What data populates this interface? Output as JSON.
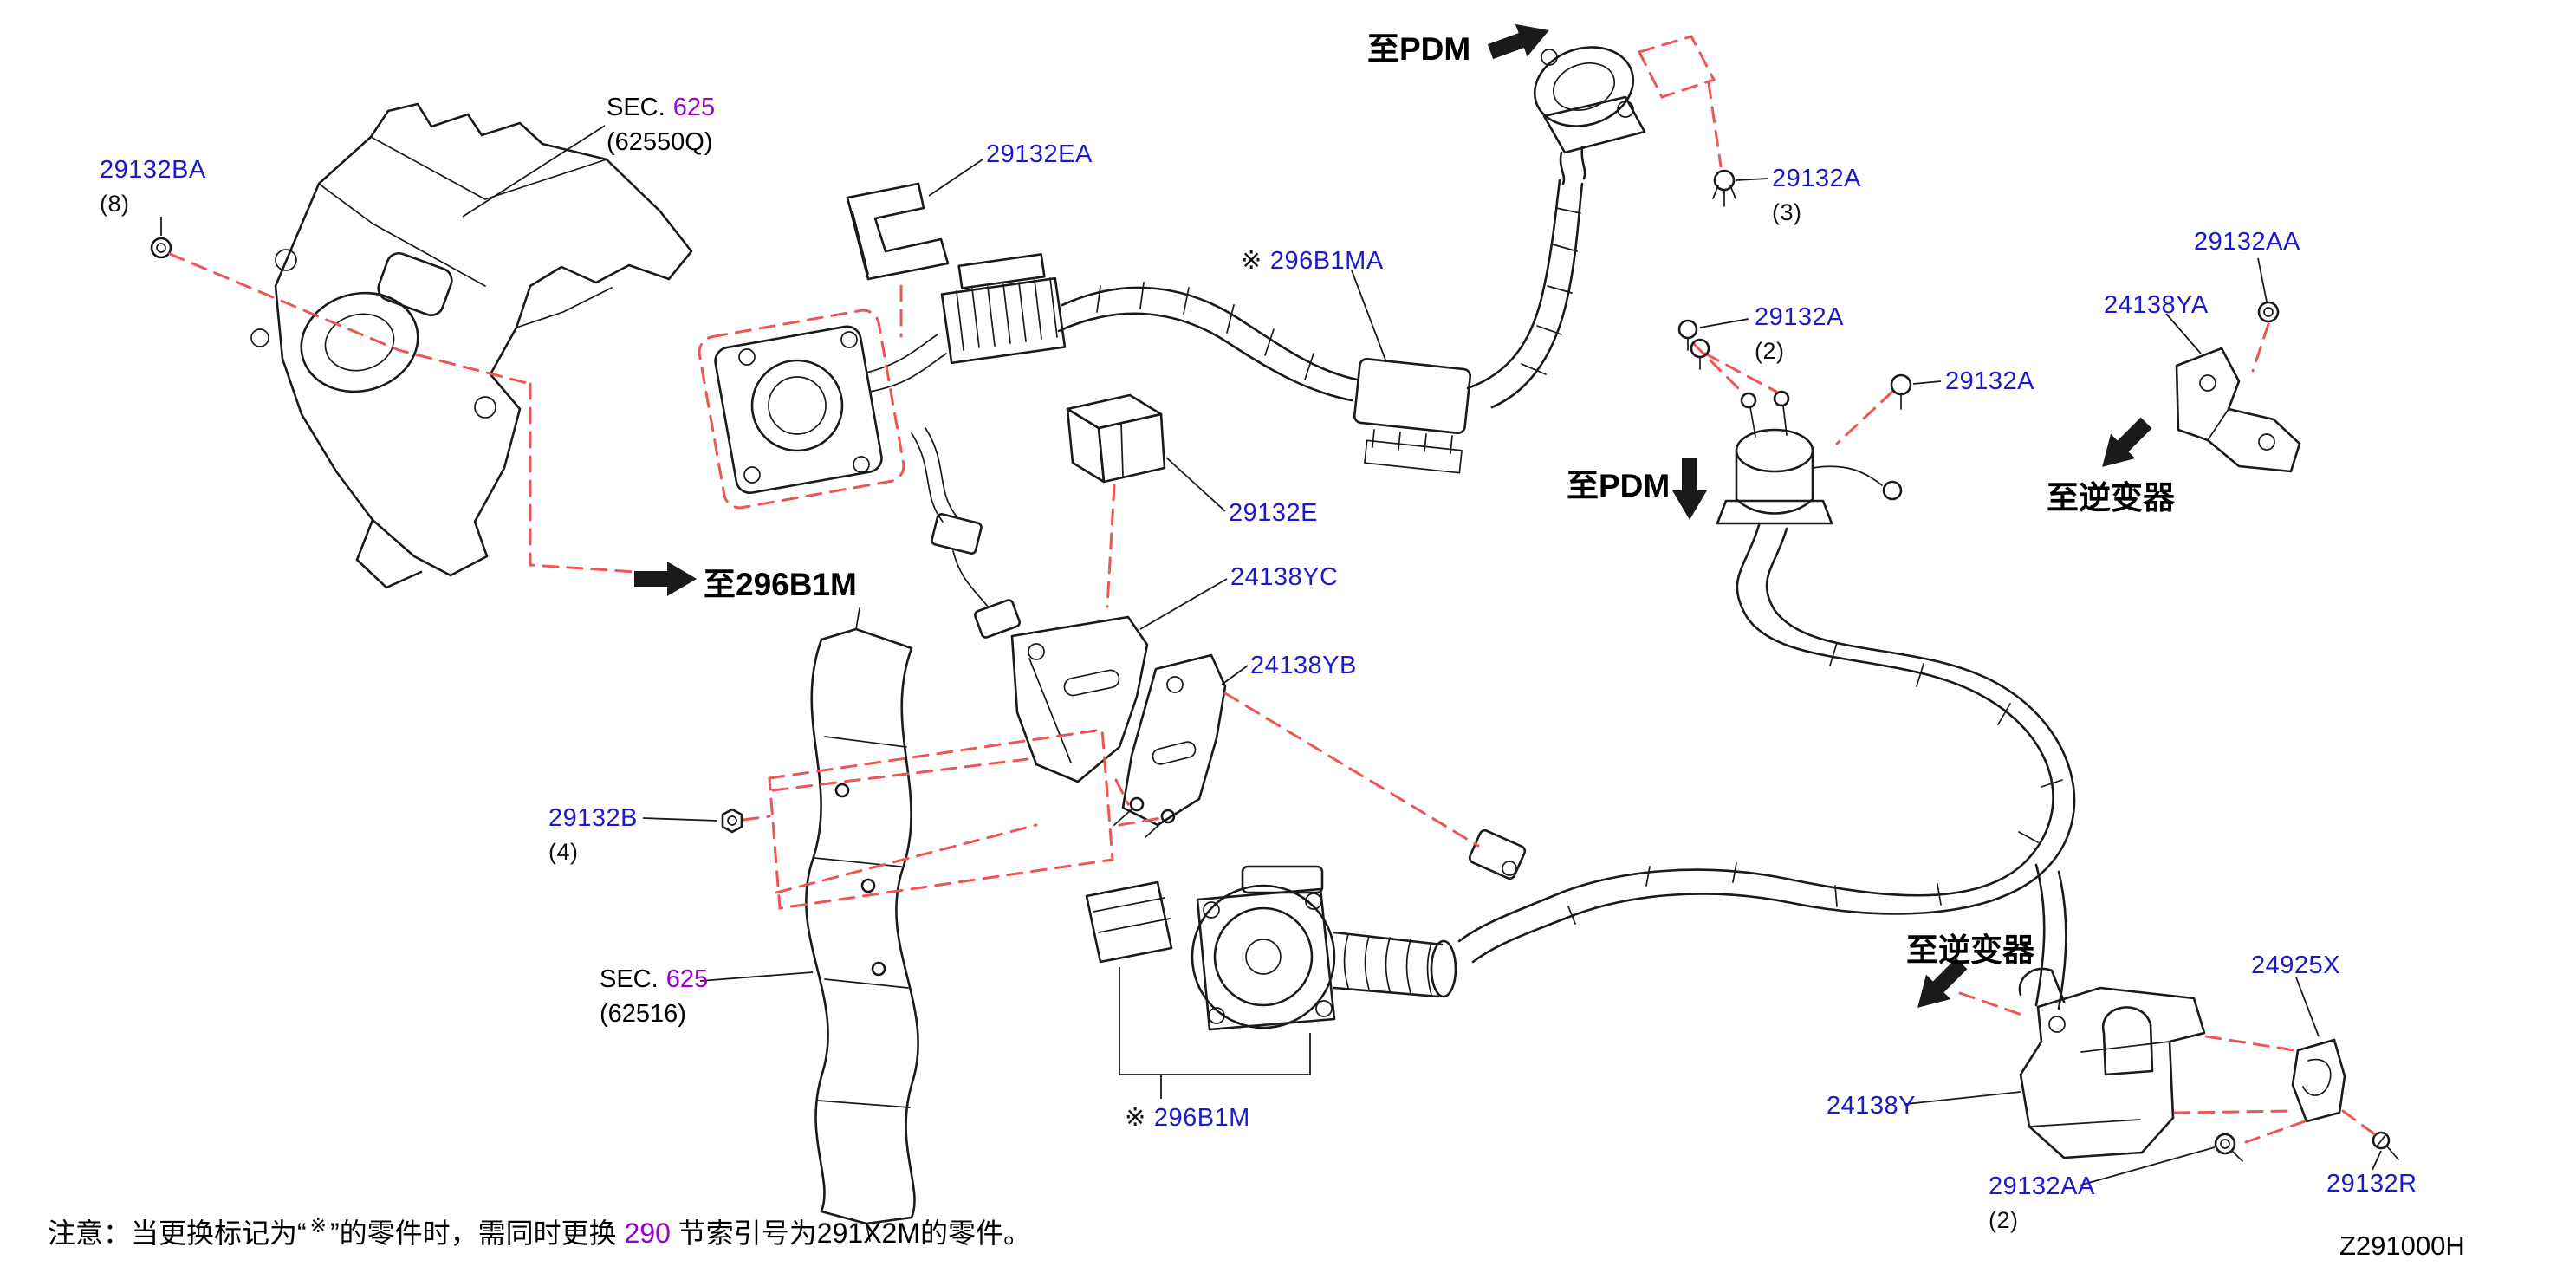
{
  "colors": {
    "background": "#ffffff",
    "line": "#1a1a1a",
    "part_label_blue": "#1a1acc",
    "section_purple": "#9900cc",
    "leader_red": "#ee5555"
  },
  "labels": {
    "b29132BA": {
      "text": "29132BA",
      "qty": "(8)"
    },
    "b29132EA": {
      "text": "29132EA"
    },
    "b29132A3": {
      "text": "29132A",
      "qty": "(3)"
    },
    "b296B1MA": {
      "mark": "※",
      "text": "296B1MA"
    },
    "b29132A2": {
      "text": "29132A",
      "qty": "(2)"
    },
    "b29132A": {
      "text": "29132A"
    },
    "b24138YA": {
      "text": "24138YA"
    },
    "b29132AA": {
      "text": "29132AA"
    },
    "b29132E": {
      "text": "29132E"
    },
    "b24138YC": {
      "text": "24138YC"
    },
    "b24138YB": {
      "text": "24138YB"
    },
    "b29132B": {
      "text": "29132B",
      "qty": "(4)"
    },
    "b296B1M": {
      "mark": "※",
      "text": "296B1M"
    },
    "b24925X": {
      "text": "24925X"
    },
    "b24138Y": {
      "text": "24138Y"
    },
    "b29132AA2": {
      "text": "29132AA",
      "qty": "(2)"
    },
    "b29132R": {
      "text": "29132R"
    }
  },
  "sections": {
    "s62550Q": {
      "prefix": "SEC.",
      "number": "625",
      "sub": "(62550Q)"
    },
    "s62516": {
      "prefix": "SEC.",
      "number": "625",
      "sub": "(62516)"
    }
  },
  "directions": {
    "to_pdm_top": "至PDM",
    "to_pdm_mid": "至PDM",
    "to_inverter_right": "至逆变器",
    "to_inverter_bottom": "至逆变器",
    "to_296b1m": "至296B1M"
  },
  "note": {
    "p1": "注意：当更换标记为“",
    "mark": "※",
    "p2": "”的零件时，需同时更换 ",
    "num": "290",
    "p3": " 节索引号为291X2M的零件。"
  },
  "diagram_id": "Z291000H"
}
